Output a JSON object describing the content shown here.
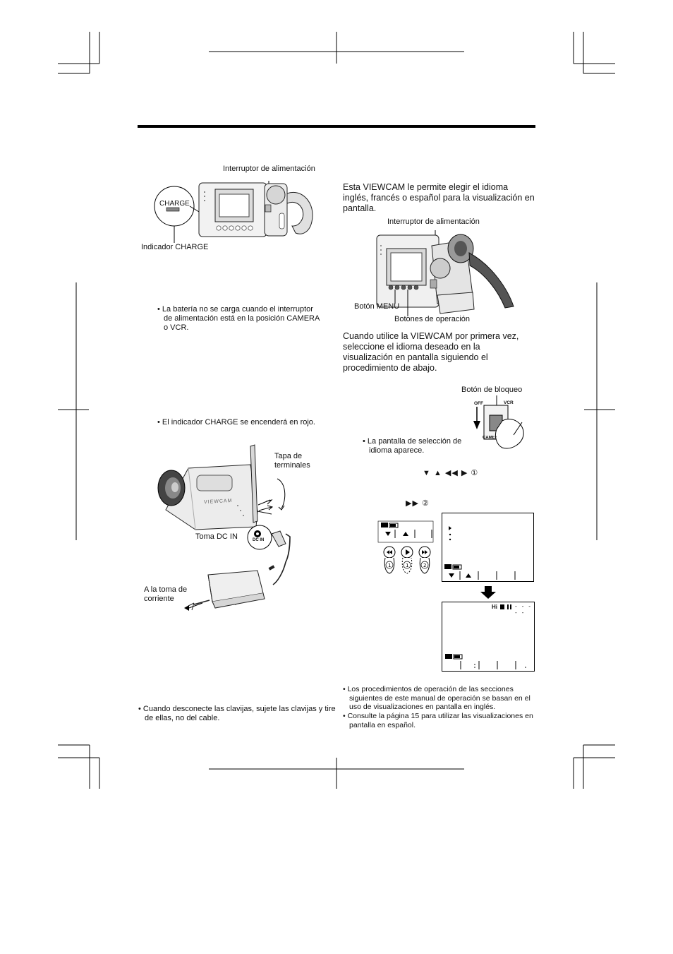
{
  "left": {
    "power_switch_label": "Interruptor de alimentación",
    "charge_label": "CHARGE",
    "charge_indicator_label": "Indicador CHARGE",
    "note_battery": "• La batería no se carga cuando el interruptor de alimentación está en la posición CAMERA o VCR.",
    "note_charge_red": "• El indicador CHARGE se encenderá en rojo.",
    "terminal_cover_label": "Tapa de terminales",
    "dc_in_jack_label": "Toma DC IN",
    "dc_in_text": "DC IN",
    "viewcam_text": "VIEWCAM",
    "outlet_label": "A la toma de corriente",
    "note_unplug": "• Cuando desconecte las clavijas, sujete las clavijas y tire de ellas, no del cable."
  },
  "right": {
    "intro": "Esta VIEWCAM le permite elegir el idioma inglés, francés o español para la visualización en pantalla.",
    "power_switch_label": "Interruptor de alimentación",
    "menu_button_label": "Botón MENU",
    "operation_buttons_label": "Botones de operación",
    "first_use": "Cuando utilice la VIEWCAM por primera vez, seleccione el idioma deseado en la visualización en pantalla siguiendo el procedimiento de abajo.",
    "lock_button_label": "Botón de bloqueo",
    "switch_off": "OFF",
    "switch_vcr": "VCR",
    "switch_camera": "CAMERA",
    "language_screen_note": "• La pantalla de selección de idioma aparece.",
    "step_symbols_1": "▼   ▲  ◀◀   ▶   ①",
    "step_symbols_2": "▶▶  ②",
    "osd_hi": "Hi",
    "osd_dashes": "- - - - -",
    "note_procedures": "• Los procedimientos de operación de las secciones siguientes de este manual de operación se basan en el uso de visualizaciones en pantalla en inglés.",
    "note_spanish": "• Consulte la página 15 para utilizar las visualizaciones en pantalla en español."
  }
}
